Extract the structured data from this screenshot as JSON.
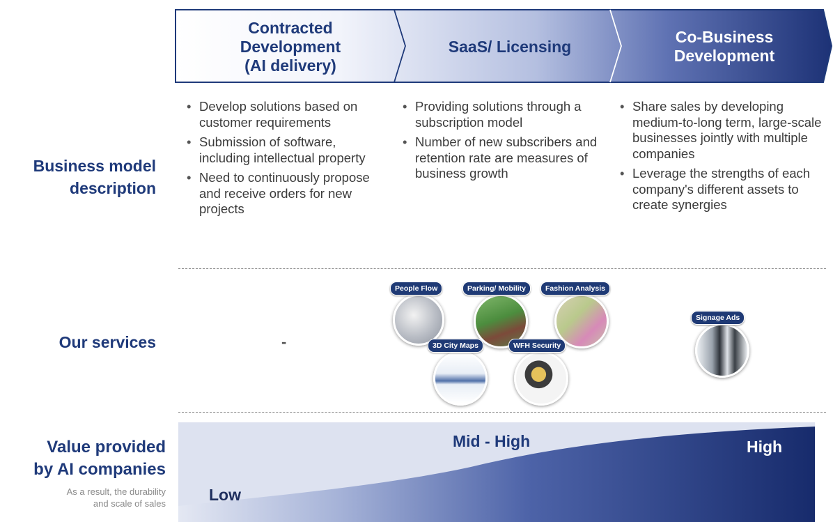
{
  "phases": [
    {
      "label": "Contracted\nDevelopment\n(AI delivery)"
    },
    {
      "label": "SaaS/ Licensing"
    },
    {
      "label": "Co-Business\nDevelopment"
    }
  ],
  "rows": {
    "business_model": "Business model\ndescription",
    "services": "Our services",
    "value": "Value provided\nby AI companies",
    "value_note": "As a result, the durability\nand scale of sales"
  },
  "descriptions": [
    [
      "Develop solutions based on customer requirements",
      "Submission of software, including intellectual property",
      "Need to continuously propose and receive orders for new projects"
    ],
    [
      "Providing solutions through a subscription model",
      "Number of new subscribers and retention rate are measures of business growth"
    ],
    [
      "Share sales by developing medium-to-long term, large-scale businesses jointly with multiple companies",
      "Leverage the strengths of each company's different assets to create synergies"
    ]
  ],
  "services": {
    "contracted": "-",
    "saas": [
      "People Flow",
      "Parking/ Mobility",
      "Fashion Analysis",
      "3D City Maps",
      "WFH Security"
    ],
    "cobusiness": [
      "Signage Ads"
    ]
  },
  "value_levels": {
    "low": "Low",
    "mid": "Mid - High",
    "high": "High"
  },
  "colors": {
    "navy": "#1f3a7a",
    "dark_navy": "#1c2f6e",
    "light_band": "#dde2f0"
  }
}
